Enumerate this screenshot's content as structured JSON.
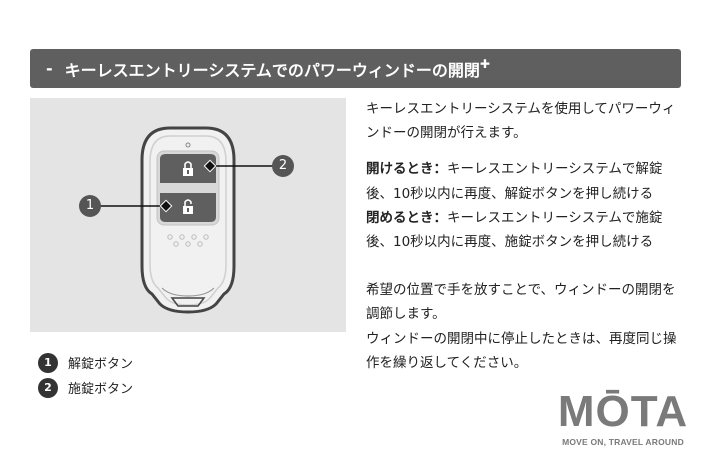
{
  "header": {
    "dash": "-",
    "title": "キーレスエントリーシステムでのパワーウィンドーの開閉",
    "plus_mark": "✚"
  },
  "figure": {
    "callouts": [
      {
        "num": "1",
        "target": "unlock-button"
      },
      {
        "num": "2",
        "target": "lock-button"
      }
    ],
    "colors": {
      "background": "#e4e4e4",
      "button": "#5f5f5f",
      "callout": "#555555"
    }
  },
  "legend": {
    "items": [
      {
        "num": "1",
        "label": "解錠ボタン"
      },
      {
        "num": "2",
        "label": "施錠ボタン"
      }
    ]
  },
  "body": {
    "intro": "キーレスエントリーシステムを使用してパワーウィンドーの開閉が行えます。",
    "open": {
      "label": "開けるとき：",
      "text": "キーレスエントリーシステムで解錠後、10秒以内に再度、解錠ボタンを押し続ける"
    },
    "close": {
      "label": "閉めるとき：",
      "text": "キーレスエントリーシステムで施錠後、10秒以内に再度、施錠ボタンを押し続ける"
    },
    "adjust": "希望の位置で手を放すことで、ウィンドーの開閉を調節します。",
    "repeat": "ウィンドーの開閉中に停止したときは、再度同じ操作を繰り返してください。"
  },
  "watermark": {
    "logo": "MŌTA",
    "tagline": "MOVE ON, TRAVEL AROUND"
  }
}
